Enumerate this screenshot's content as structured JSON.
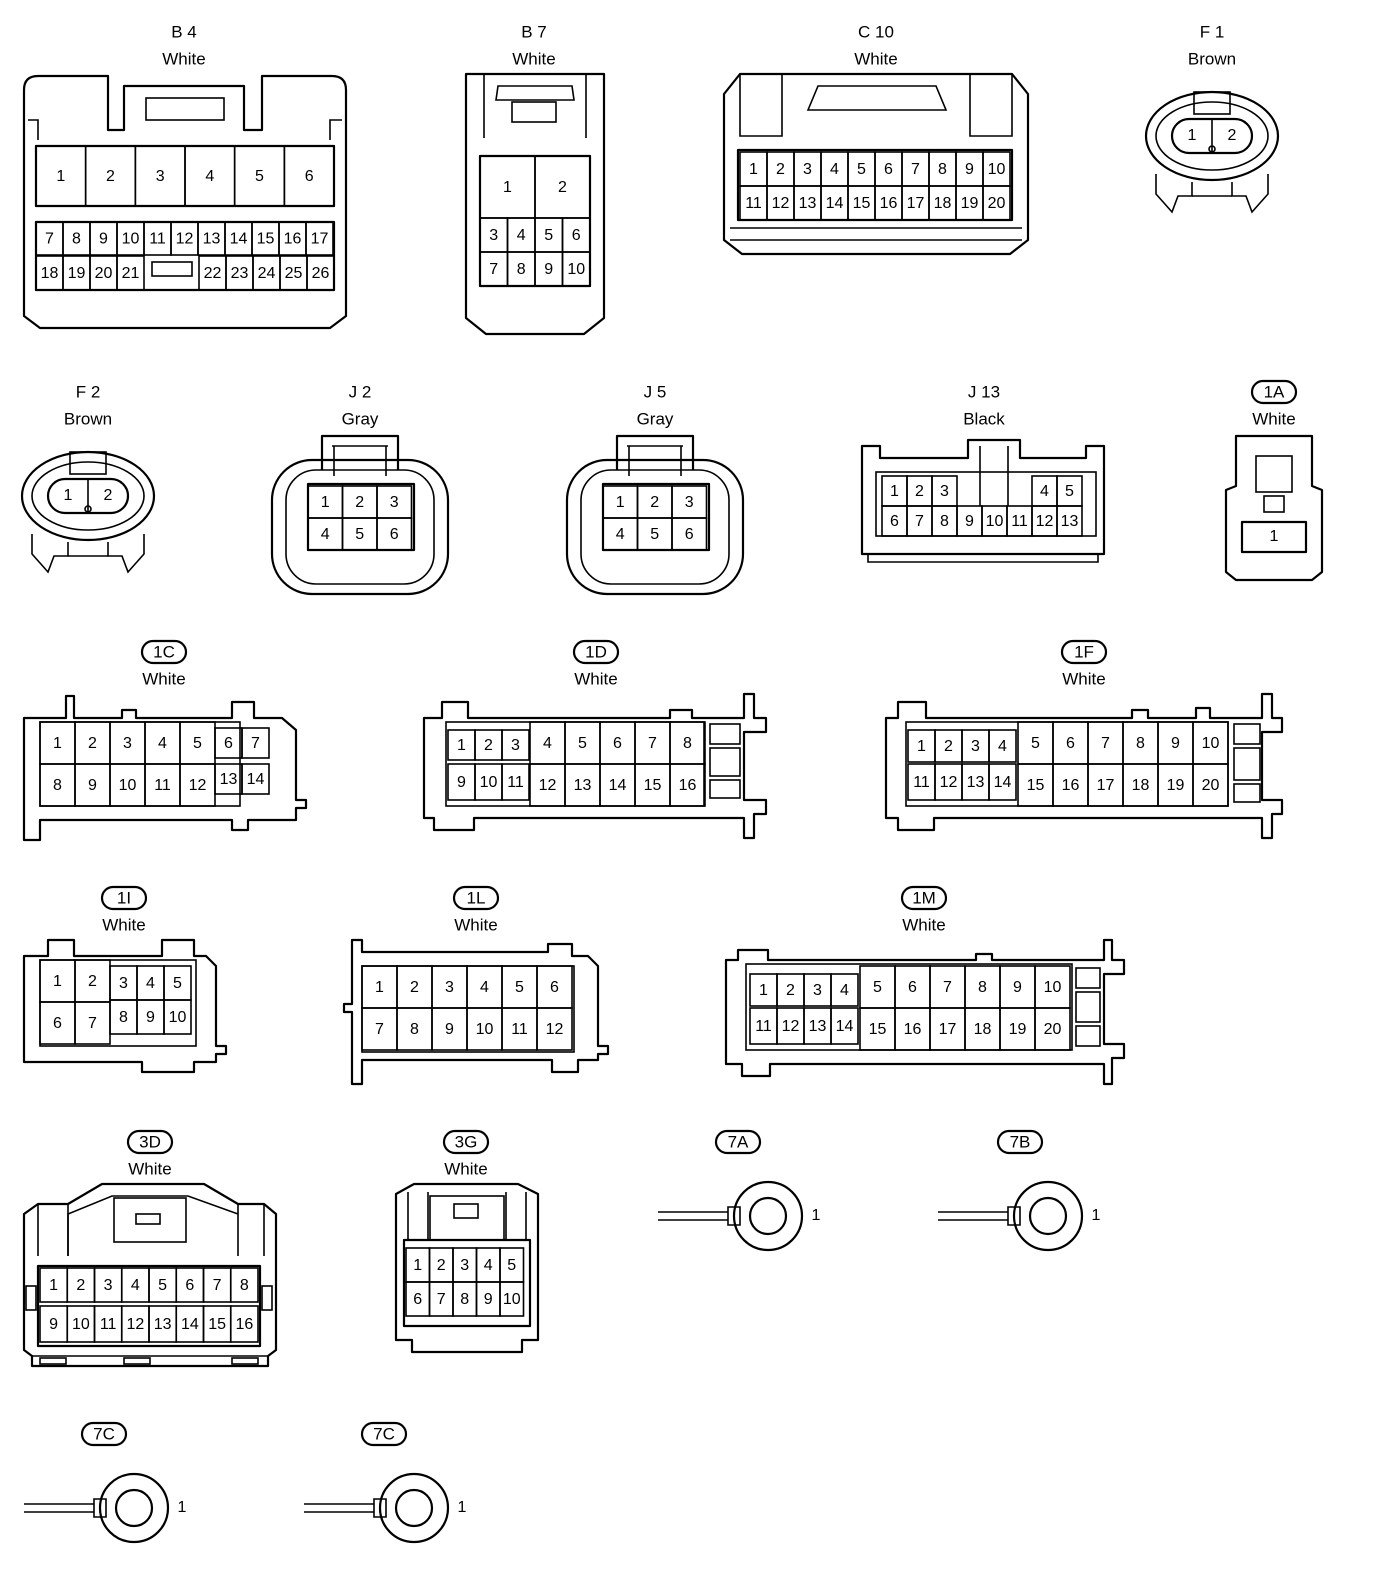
{
  "connectors": {
    "B4": {
      "code": "B 4",
      "color": "White",
      "pins": [
        "1",
        "2",
        "3",
        "4",
        "5",
        "6",
        "7",
        "8",
        "9",
        "10",
        "11",
        "12",
        "13",
        "14",
        "15",
        "16",
        "17",
        "18",
        "19",
        "20",
        "21",
        "22",
        "23",
        "24",
        "25",
        "26"
      ]
    },
    "B7": {
      "code": "B 7",
      "color": "White",
      "pins": [
        "1",
        "2",
        "3",
        "4",
        "5",
        "6",
        "7",
        "8",
        "9",
        "10"
      ]
    },
    "C10": {
      "code": "C 10",
      "color": "White",
      "pins": [
        "1",
        "2",
        "3",
        "4",
        "5",
        "6",
        "7",
        "8",
        "9",
        "10",
        "11",
        "12",
        "13",
        "14",
        "15",
        "16",
        "17",
        "18",
        "19",
        "20"
      ]
    },
    "F1": {
      "code": "F 1",
      "color": "Brown",
      "pins": [
        "1",
        "2"
      ]
    },
    "F2": {
      "code": "F 2",
      "color": "Brown",
      "pins": [
        "1",
        "2"
      ]
    },
    "J2": {
      "code": "J 2",
      "color": "Gray",
      "pins": [
        "1",
        "2",
        "3",
        "4",
        "5",
        "6"
      ]
    },
    "J5": {
      "code": "J 5",
      "color": "Gray",
      "pins": [
        "1",
        "2",
        "3",
        "4",
        "5",
        "6"
      ]
    },
    "J13": {
      "code": "J 13",
      "color": "Black",
      "pins": [
        "1",
        "2",
        "3",
        "4",
        "5",
        "6",
        "7",
        "8",
        "9",
        "10",
        "11",
        "12",
        "13"
      ]
    },
    "1A": {
      "code": "1A",
      "color": "White",
      "pins": [
        "1"
      ]
    },
    "1C": {
      "code": "1C",
      "color": "White",
      "pins": [
        "1",
        "2",
        "3",
        "4",
        "5",
        "6",
        "7",
        "8",
        "9",
        "10",
        "11",
        "12",
        "13",
        "14"
      ]
    },
    "1D": {
      "code": "1D",
      "color": "White",
      "pins": [
        "1",
        "2",
        "3",
        "4",
        "5",
        "6",
        "7",
        "8",
        "9",
        "10",
        "11",
        "12",
        "13",
        "14",
        "15",
        "16"
      ]
    },
    "1F": {
      "code": "1F",
      "color": "White",
      "pins": [
        "1",
        "2",
        "3",
        "4",
        "5",
        "6",
        "7",
        "8",
        "9",
        "10",
        "11",
        "12",
        "13",
        "14",
        "15",
        "16",
        "17",
        "18",
        "19",
        "20"
      ]
    },
    "1I": {
      "code": "1I",
      "color": "White",
      "pins": [
        "1",
        "2",
        "3",
        "4",
        "5",
        "6",
        "7",
        "8",
        "9",
        "10"
      ]
    },
    "1L": {
      "code": "1L",
      "color": "White",
      "pins": [
        "1",
        "2",
        "3",
        "4",
        "5",
        "6",
        "7",
        "8",
        "9",
        "10",
        "11",
        "12"
      ]
    },
    "1M": {
      "code": "1M",
      "color": "White",
      "pins": [
        "1",
        "2",
        "3",
        "4",
        "5",
        "6",
        "7",
        "8",
        "9",
        "10",
        "11",
        "12",
        "13",
        "14",
        "15",
        "16",
        "17",
        "18",
        "19",
        "20"
      ]
    },
    "3D": {
      "code": "3D",
      "color": "White",
      "pins": [
        "1",
        "2",
        "3",
        "4",
        "5",
        "6",
        "7",
        "8",
        "9",
        "10",
        "11",
        "12",
        "13",
        "14",
        "15",
        "16"
      ]
    },
    "3G": {
      "code": "3G",
      "color": "White",
      "pins": [
        "1",
        "2",
        "3",
        "4",
        "5",
        "6",
        "7",
        "8",
        "9",
        "10"
      ]
    },
    "7A": {
      "code": "7A",
      "pins": [
        "1"
      ]
    },
    "7B": {
      "code": "7B",
      "pins": [
        "1"
      ]
    },
    "7C_left": {
      "code": "7C",
      "pins": [
        "1"
      ]
    },
    "7C_right": {
      "code": "7C",
      "pins": [
        "1"
      ]
    }
  }
}
